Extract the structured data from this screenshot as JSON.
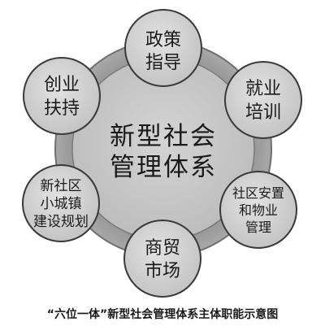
{
  "center": {
    "lines": [
      "新型社会",
      "管理体系"
    ]
  },
  "nodes": [
    {
      "id": "policy",
      "lines": [
        "政策",
        "指导"
      ]
    },
    {
      "id": "employment",
      "lines": [
        "就业",
        "培训"
      ]
    },
    {
      "id": "resettlement",
      "lines": [
        "社区安置",
        "和物业",
        "管理"
      ]
    },
    {
      "id": "market",
      "lines": [
        "商贸",
        "市场"
      ]
    },
    {
      "id": "town",
      "lines": [
        "新社区",
        "小城镇",
        "建设规划"
      ]
    },
    {
      "id": "entrepreneurship",
      "lines": [
        "创业",
        "扶持"
      ]
    }
  ],
  "caption": "“六位一体”新型社会管理体系主体职能示意图",
  "colors": {
    "outer_ring_fill": "#9e9e9e",
    "ring_stroke": "#6f6f6f",
    "inner_fill": "#c8c8c8",
    "node_fill": "#d6d6d6",
    "node_stroke": "#3a3a3a",
    "text": "#1a1a1a"
  }
}
